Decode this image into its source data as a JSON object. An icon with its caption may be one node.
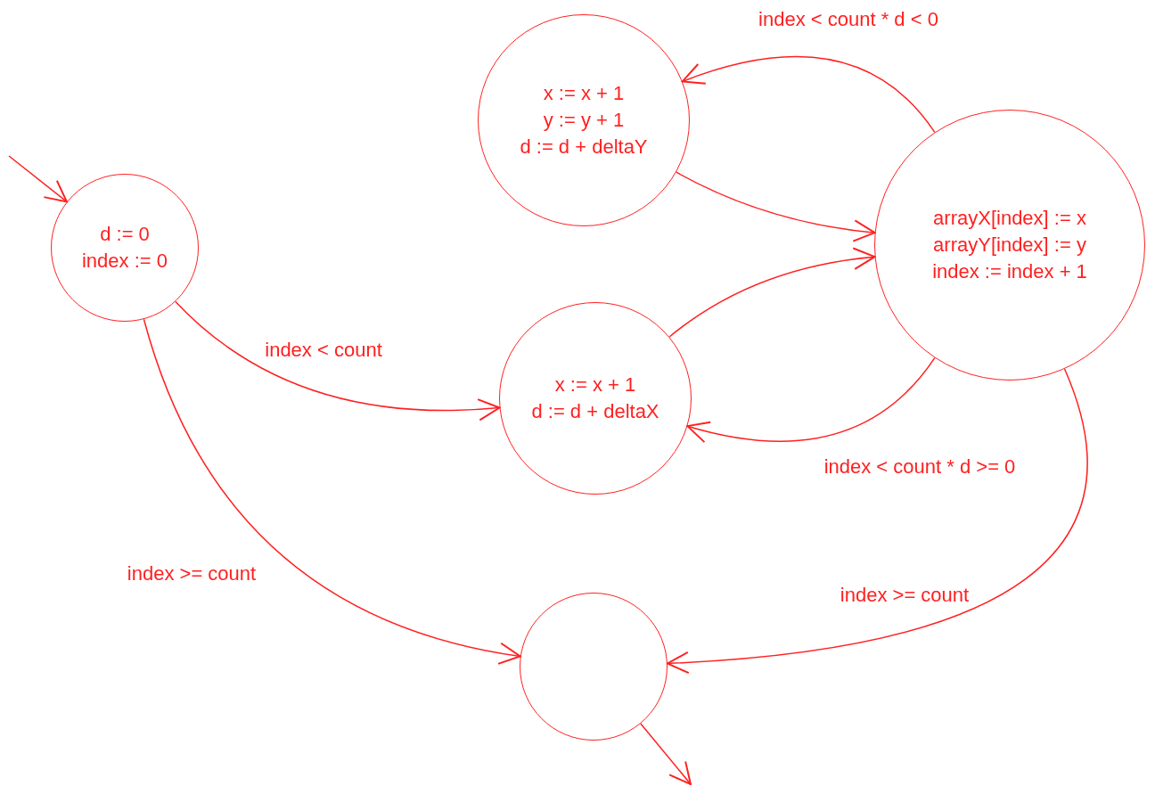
{
  "diagram": {
    "nodes": [
      {
        "text": [
          "d := 0",
          "index := 0"
        ]
      },
      {
        "text": [
          "x := x + 1",
          "y := y + 1",
          "d := d + deltaY"
        ]
      },
      {
        "text": [
          "arrayX[index] := x",
          "arrayY[index] := y",
          "index := index + 1"
        ]
      },
      {
        "text": [
          "x := x + 1",
          "d := d + deltaX"
        ]
      },
      {
        "text": [],
        "shape": "circle"
      }
    ],
    "edges": [
      {
        "from": null,
        "to": 0,
        "arrow": "to"
      },
      {
        "from": 0,
        "to": 3,
        "arrow": "to",
        "label": "index < count"
      },
      {
        "from": 0,
        "to": 4,
        "arrow": "to",
        "label": "index >= count"
      },
      {
        "from": 1,
        "to": 2,
        "arrow": "to"
      },
      {
        "from": 3,
        "to": 2,
        "arrow": "to"
      },
      {
        "from": 2,
        "to": 1,
        "arrow": "to",
        "label": "index < count * d < 0"
      },
      {
        "from": 2,
        "to": 3,
        "arrow": "to",
        "label": "index < count * d >= 0"
      },
      {
        "from": 2,
        "to": 4,
        "arrow": "to",
        "label": "index >= count"
      },
      {
        "from": 4,
        "to": null,
        "arrow": "to"
      }
    ]
  }
}
